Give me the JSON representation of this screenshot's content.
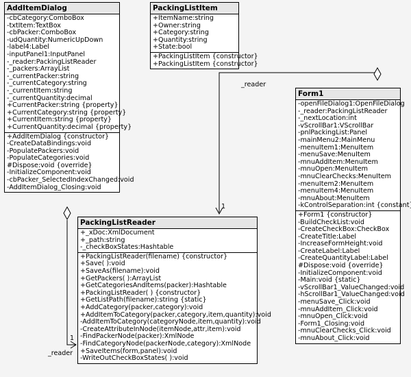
{
  "classes": {
    "add_item_dialog": {
      "name": "AddItemDialog",
      "attributes": [
        "-cbCategory:ComboBox",
        "-txtItem:TextBox",
        "-cbPacker:ComboBox",
        "-udQuantity:NumericUpDown",
        "-label4:Label",
        "-inputPanel1:InputPanel",
        "-_reader:PackingListReader",
        "-_packers:ArrayList",
        "-_currentPacker:string",
        "-_currentCategory:string",
        "-_currentItem:string",
        "-_currentQuantity:decimal",
        "+CurrentPacker:string {property}",
        "+CurrentCategory:string {property}",
        "+CurrentItem:string {property}",
        "+CurrentQuantity:decimal {property}"
      ],
      "operations": [
        "+AddItemDialog {constructor}",
        "-CreateDataBindings:void",
        "-PopulatePackers:void",
        "-PopulateCategories:void",
        "#Dispose:void {override}",
        "-InitializeComponent:void",
        "-cbPacker_SelectedIndexChanged:void",
        "-AddItemDialog_Closing:void"
      ]
    },
    "packing_list_item": {
      "name": "PackingListItem",
      "attributes": [
        "+ItemName:string",
        "+Owner:string",
        "+Category:string",
        "+Quantity:string",
        "+State:bool"
      ],
      "operations": [
        "+PackingListItem {constructor}",
        "+PackingListItem {constructor}"
      ]
    },
    "form1": {
      "name": "Form1",
      "attributes": [
        "-openFileDialog1:OpenFileDialog",
        "-_reader:PackingListReader",
        "-_nextLocation:int",
        "-vScrollBar1:VScrollBar",
        "-pnlPackingList:Panel",
        "-mainMenu2:MainMenu",
        "-menuItem1:MenuItem",
        "-menuSave:MenuItem",
        "-mnuAddItem:MenuItem",
        "-mnuOpen:MenuItem",
        "-mnuClearChecks:MenuItem",
        "-menuItem2:MenuItem",
        "-menuItem4:MenuItem",
        "-mnuAbout:MenuItem",
        "-kControlSeparation:int {constant}"
      ],
      "operations": [
        "+Form1 {constructor}",
        "-BuildCheckList:void",
        "-CreateCheckBox:CheckBox",
        "-CreateTitle:Label",
        "-IncreaseFormHeight:void",
        "-CreateLabel:Label",
        "-CreateQuantityLabel:Label",
        "#Dispose:void {override}",
        "-InitializeComponent:void",
        "-Main:void {static}",
        "-vScrollBar1_ValueChanged:void",
        "-hScrollBar1_ValueChanged:void",
        "-menuSave_Click:void",
        "-mnuAddItem_Click:void",
        "-mnuOpen_Click:void",
        "-Form1_Closing:void",
        "-mnuClearChecks_Click:void",
        "-mnuAbout_Click:void"
      ]
    },
    "packing_list_reader": {
      "name": "PackingListReader",
      "attributes": [
        "+_xDoc:XmlDocument",
        "+_path:string",
        "-_checkBoxStates:Hashtable"
      ],
      "operations": [
        "+PackingListReader(filename) {constructor}",
        "+Save( ):void",
        "+SaveAs(filename):void",
        "+GetPackers( ):ArrayList",
        "+GetCategoriesAndItems(packer):Hashtable",
        "+PackingListReader( ) {constructor}",
        "+GetListPath(filename):string {static}",
        "+AddCategory(packer,category):void",
        "+AddItemToCategory(packer,category,item,quantity):void",
        "-AddItemToCategory(categoryNode,item,quantity):void",
        "-CreateAttributeInNode(itemNode,attr,item):void",
        "-FindPackerNode(packer):XmlNode",
        "-FindCategoryNode(packerNode,category):XmlNode",
        "+SaveItems(form,panel):void",
        "-WriteOutCheckBoxStates( ):void"
      ]
    }
  },
  "associations": {
    "form1_reader": {
      "role": "_reader",
      "multiplicity": "1"
    },
    "dialog_reader": {
      "role": "_reader",
      "multiplicity": "1"
    }
  }
}
